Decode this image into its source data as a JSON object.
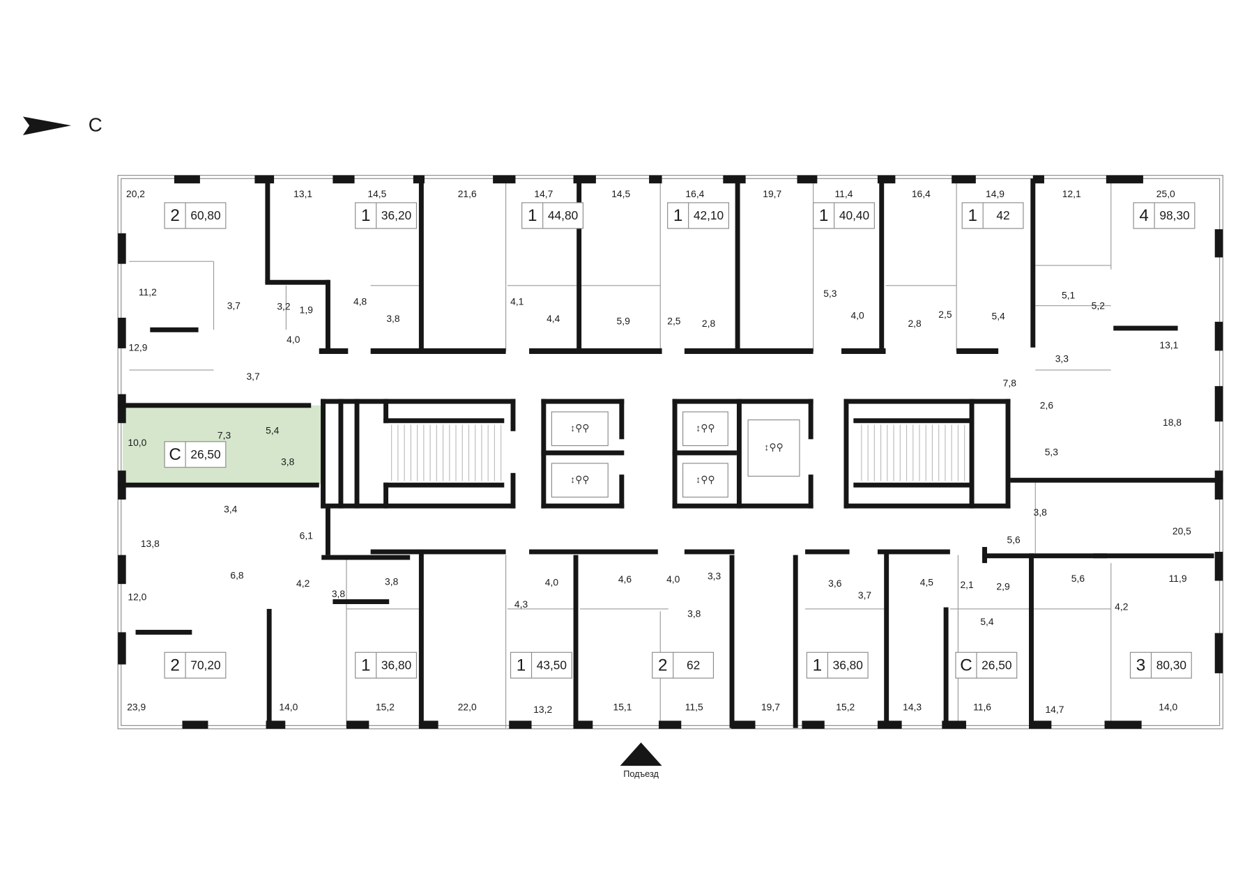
{
  "compass": {
    "label": "С",
    "icon": "north-arrow-icon"
  },
  "entrance": {
    "label": "Подъезд",
    "icon": "entrance-triangle-icon"
  },
  "colors": {
    "highlight": "#d5e6cc",
    "wall": "#161616",
    "outline": "#8a8a8a"
  },
  "apartments": [
    {
      "rooms": "2",
      "area": "60,80",
      "highlighted": false
    },
    {
      "rooms": "1",
      "area": "36,20",
      "highlighted": false
    },
    {
      "rooms": "1",
      "area": "44,80",
      "highlighted": false
    },
    {
      "rooms": "1",
      "area": "42,10",
      "highlighted": false
    },
    {
      "rooms": "1",
      "area": "40,40",
      "highlighted": false
    },
    {
      "rooms": "1",
      "area": "42",
      "highlighted": false
    },
    {
      "rooms": "4",
      "area": "98,30",
      "highlighted": false
    },
    {
      "rooms": "С",
      "area": "26,50",
      "highlighted": true
    },
    {
      "rooms": "2",
      "area": "70,20",
      "highlighted": false
    },
    {
      "rooms": "1",
      "area": "36,80",
      "highlighted": false
    },
    {
      "rooms": "1",
      "area": "43,50",
      "highlighted": false
    },
    {
      "rooms": "2",
      "area": "62",
      "highlighted": false
    },
    {
      "rooms": "1",
      "area": "36,80",
      "highlighted": false
    },
    {
      "rooms": "С",
      "area": "26,50",
      "highlighted": false
    },
    {
      "rooms": "3",
      "area": "80,30",
      "highlighted": false
    }
  ],
  "room_areas": [
    "20,2",
    "13,1",
    "14,5",
    "21,6",
    "14,7",
    "14,5",
    "16,4",
    "19,7",
    "11,4",
    "16,4",
    "14,9",
    "12,1",
    "25,0",
    "11,2",
    "3,7",
    "3,2",
    "1,9",
    "4,8",
    "3,8",
    "4,0",
    "4,1",
    "4,4",
    "5,9",
    "2,5",
    "2,8",
    "5,3",
    "4,0",
    "2,8",
    "2,5",
    "5,4",
    "5,1",
    "5,2",
    "12,9",
    "3,7",
    "13,1",
    "3,3",
    "7,8",
    "2,6",
    "18,8",
    "5,3",
    "10,0",
    "7,3",
    "5,4",
    "3,8",
    "3,4",
    "13,8",
    "6,1",
    "6,8",
    "4,2",
    "3,8",
    "12,0",
    "23,9",
    "3,8",
    "4,0",
    "4,6",
    "4,0",
    "3,3",
    "4,3",
    "3,8",
    "3,6",
    "3,7",
    "4,5",
    "2,1",
    "2,9",
    "5,6",
    "4,2",
    "11,9",
    "5,4",
    "5,6",
    "3,8",
    "20,5",
    "14,0",
    "15,2",
    "22,0",
    "13,2",
    "15,1",
    "11,5",
    "19,7",
    "15,2",
    "14,3",
    "11,6",
    "14,7",
    "14,0"
  ]
}
